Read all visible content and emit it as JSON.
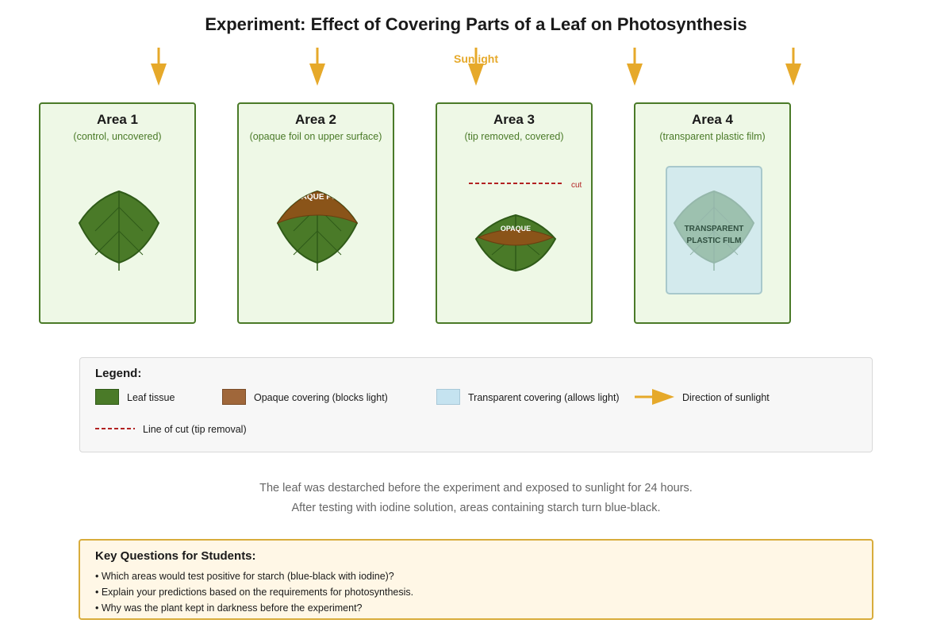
{
  "title": "Experiment: Effect of Covering Parts of a Leaf on Photosynthesis",
  "sunlight_label": "Sunlight",
  "arrow_color": "#e6a92a",
  "areas": [
    {
      "title": "Area 1",
      "subtitle": "(control, uncovered)"
    },
    {
      "title": "Area 2",
      "subtitle": "(opaque foil on upper surface)",
      "overlay_label": "OPAQUE FOIL"
    },
    {
      "title": "Area 3",
      "subtitle": "(tip removed, covered)",
      "overlay_label": "OPAQUE",
      "cut_label": "cut"
    },
    {
      "title": "Area 4",
      "subtitle": "(transparent plastic film)",
      "overlay_label_line1": "TRANSPARENT",
      "overlay_label_line2": "PLASTIC FILM"
    }
  ],
  "legend": {
    "title": "Legend:",
    "items": [
      {
        "label": "Leaf tissue",
        "color": "#4a7a28"
      },
      {
        "label": "Opaque covering (blocks light)",
        "color": "#a0673a"
      },
      {
        "label": "Transparent covering (allows light)",
        "color": "#c5e3f0"
      },
      {
        "label": "Direction of sunlight",
        "color": "#e6a92a"
      },
      {
        "label": "Line of cut (tip removal)",
        "color": "#b22222"
      }
    ]
  },
  "notes": [
    "The leaf was destarched before the experiment and exposed to sunlight for 24 hours.",
    "After testing with iodine solution, areas containing starch turn blue-black."
  ],
  "questions": {
    "title": "Key Questions for Students:",
    "items": [
      "• Which areas would test positive for starch (blue-black with iodine)?",
      "• Explain your predictions based on the requirements for photosynthesis.",
      "• Why was the plant kept in darkness before the experiment?"
    ]
  }
}
